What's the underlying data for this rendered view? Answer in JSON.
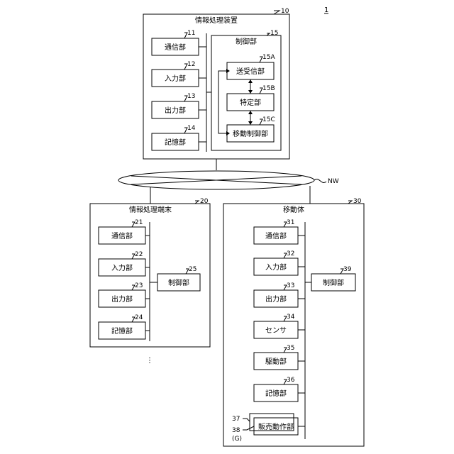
{
  "system_ref": "1",
  "network": {
    "ref": "NW"
  },
  "device": {
    "title": "情報処理装置",
    "ref": "10",
    "units": [
      {
        "label": "通信部",
        "ref": "11"
      },
      {
        "label": "入力部",
        "ref": "12"
      },
      {
        "label": "出力部",
        "ref": "13"
      },
      {
        "label": "記憶部",
        "ref": "14"
      }
    ],
    "control": {
      "title": "制御部",
      "ref": "15",
      "subunits": [
        {
          "label": "送受信部",
          "ref": "15A"
        },
        {
          "label": "特定部",
          "ref": "15B"
        },
        {
          "label": "移動制御部",
          "ref": "15C"
        }
      ]
    }
  },
  "terminal": {
    "title": "情報処理端末",
    "ref": "20",
    "units": [
      {
        "label": "通信部",
        "ref": "21"
      },
      {
        "label": "入力部",
        "ref": "22"
      },
      {
        "label": "出力部",
        "ref": "23"
      },
      {
        "label": "記憶部",
        "ref": "24"
      }
    ],
    "control": {
      "label": "制御部",
      "ref": "25"
    },
    "ellipsis": "⋮"
  },
  "mobile": {
    "title": "移動体",
    "ref": "30",
    "units": [
      {
        "label": "通信部",
        "ref": "31"
      },
      {
        "label": "入力部",
        "ref": "32"
      },
      {
        "label": "出力部",
        "ref": "33"
      },
      {
        "label": "センサ",
        "ref": "34"
      },
      {
        "label": "駆動部",
        "ref": "35"
      },
      {
        "label": "記憶部",
        "ref": "36"
      }
    ],
    "sales": {
      "label": "販売動作部",
      "ref_outer": "37",
      "ref_inner": "38",
      "ref_group": "(G)"
    },
    "control": {
      "label": "制御部",
      "ref": "39"
    }
  }
}
